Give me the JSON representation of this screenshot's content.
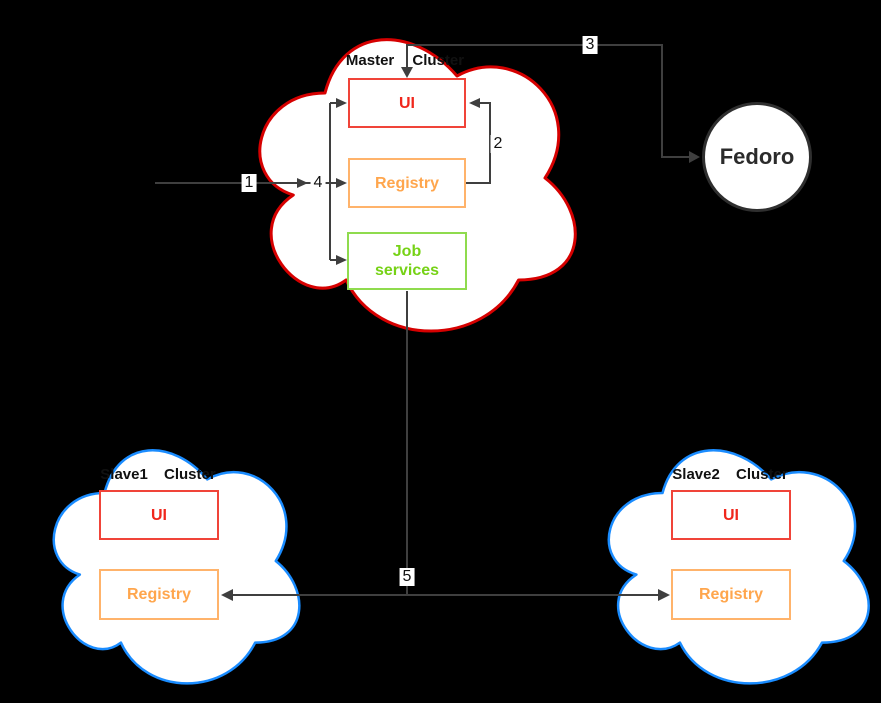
{
  "canvas": {
    "background": "#000000",
    "arrow_color": "#3f3f3f"
  },
  "master_cluster": {
    "label": "Master Cluster",
    "outline_color": "#d60000",
    "nodes": {
      "ui": {
        "label": "UI",
        "color": "#f0271c"
      },
      "registry": {
        "label": "Registry",
        "color": "#ffa64d"
      },
      "job_services": {
        "label": "Job\nservices",
        "color": "#76d216"
      }
    }
  },
  "fedoro": {
    "label": "Fedoro",
    "outline_color": "#2f2f2f"
  },
  "slave1_cluster": {
    "label": "Slave1 Cluster",
    "outline_color": "#1a8cff",
    "nodes": {
      "ui": {
        "label": "UI",
        "color": "#f0271c"
      },
      "registry": {
        "label": "Registry",
        "color": "#ffa64d"
      }
    }
  },
  "slave2_cluster": {
    "label": "Slave2 Cluster",
    "outline_color": "#1a8cff",
    "nodes": {
      "ui": {
        "label": "UI",
        "color": "#f0271c"
      },
      "registry": {
        "label": "Registry",
        "color": "#ffa64d"
      }
    }
  },
  "edges": {
    "e1": {
      "label": "1"
    },
    "e2": {
      "label": "2"
    },
    "e3": {
      "label": "3"
    },
    "e4": {
      "label": "4"
    },
    "e5": {
      "label": "5"
    }
  }
}
